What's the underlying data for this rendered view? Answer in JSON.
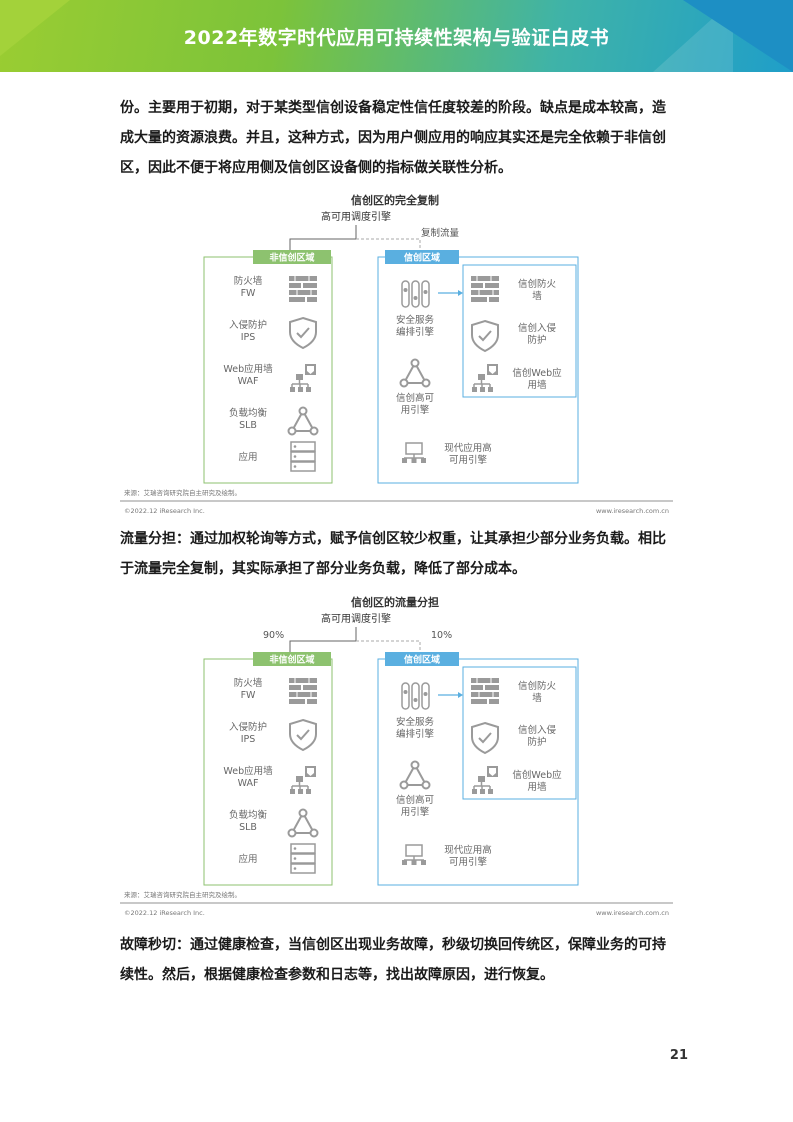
{
  "header": {
    "title": "2022年数字时代应用可持续性架构与验证白皮书"
  },
  "paragraphs": {
    "p1": "份。主要用于初期，对于某类型信创设备稳定性信任度较差的阶段。缺点是成本较高，造成大量的资源浪费。并且，这种方式，因为用户侧应用的响应其实还是完全依赖于非信创区，因此不便于将应用侧及信创区设备侧的指标做关联性分析。",
    "p2_lead": "流量分担：",
    "p2_text": "通过加权轮询等方式，赋予信创区较少权重，让其承担少部分业务负载。相比于流量完全复制，其实际承担了部分业务负载，降低了部分成本。",
    "p3_lead": "故障秒切：",
    "p3_text": "通过健康检查，当信创区出现业务故障，秒级切换回传统区，保障业务的可持续性。然后，根据健康检查参数和日志等，找出故障原因，进行恢复。"
  },
  "figure1": {
    "title": "信创区的完全复制",
    "engine": "高可用调度引擎",
    "flow_label": "复制流量",
    "left_zone": "非信创区域",
    "right_zone": "信创区域",
    "left_items": {
      "fw1": "防火墙",
      "fw2": "FW",
      "ips1": "入侵防护",
      "ips2": "IPS",
      "waf1": "Web应用墙",
      "waf2": "WAF",
      "slb1": "负载均衡",
      "slb2": "SLB",
      "app": "应用"
    },
    "right_items": {
      "svc1": "安全服务",
      "svc2": "编排引擎",
      "ha1": "信创高可",
      "ha2": "用引擎",
      "mod1": "现代应用高",
      "mod2": "可用引擎",
      "xfw1": "信创防火",
      "xfw2": "墙",
      "xips1": "信创入侵",
      "xips2": "防护",
      "xwaf1": "信创Web应",
      "xwaf2": "用墙"
    },
    "source": "来源：艾瑞咨询研究院自主研究及绘制。",
    "copyright": "©2022.12 iResearch Inc.",
    "site": "www.iresearch.com.cn"
  },
  "figure2": {
    "title": "信创区的流量分担",
    "engine": "高可用调度引擎",
    "left_pct": "90%",
    "right_pct": "10%",
    "left_zone": "非信创区域",
    "right_zone": "信创区域",
    "left_items": {
      "fw1": "防火墙",
      "fw2": "FW",
      "ips1": "入侵防护",
      "ips2": "IPS",
      "waf1": "Web应用墙",
      "waf2": "WAF",
      "slb1": "负载均衡",
      "slb2": "SLB",
      "app": "应用"
    },
    "right_items": {
      "svc1": "安全服务",
      "svc2": "编排引擎",
      "ha1": "信创高可",
      "ha2": "用引擎",
      "mod1": "现代应用高",
      "mod2": "可用引擎",
      "xfw1": "信创防火",
      "xfw2": "墙",
      "xips1": "信创入侵",
      "xips2": "防护",
      "xwaf1": "信创Web应",
      "xwaf2": "用墙"
    },
    "source": "来源：艾瑞咨询研究院自主研究及绘制。",
    "copyright": "©2022.12 iResearch Inc.",
    "site": "www.iresearch.com.cn"
  },
  "colors": {
    "green_zone": "#8dc26f",
    "blue_zone": "#5aafe0",
    "icon_gray": "#9a9a9a"
  },
  "footer": {
    "page_number": "21"
  }
}
